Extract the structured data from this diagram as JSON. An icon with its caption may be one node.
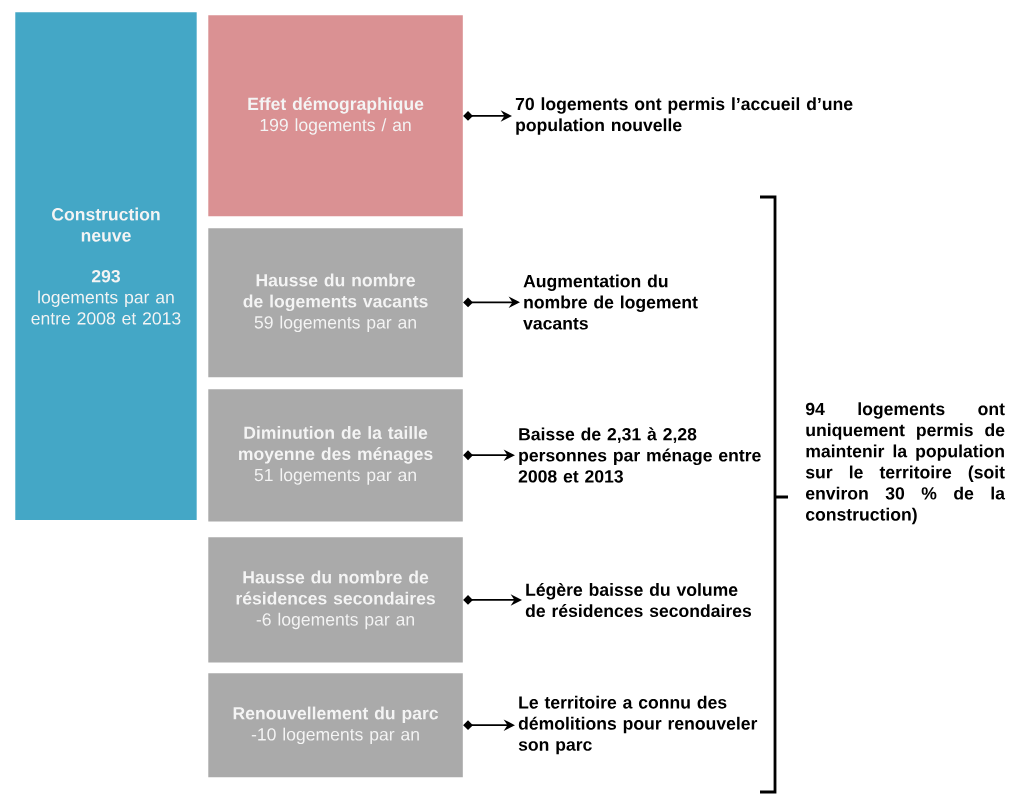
{
  "diagram": {
    "nodes": [
      {
        "text": [
          "Construction neuve",
          "293",
          "logements par an entre 2008 et 2013"
        ]
      },
      {
        "text": [
          "Effet démographique",
          "199 logements / an"
        ]
      },
      {
        "text": [
          "Hausse du nombre de logements vacants",
          "59 logements par an"
        ]
      },
      {
        "text": [
          "Diminution de la taille moyenne des ménages",
          "51 logements par an"
        ]
      },
      {
        "text": [
          "Hausse du nombre de résidences secondaires",
          "-6 logements par an"
        ]
      },
      {
        "text": [
          "Renouvellement du parc",
          "-10 logements par an"
        ]
      },
      {
        "text": [
          "70 logements ont permis l’accueil d’une population nouvelle"
        ]
      },
      {
        "text": [
          "Augmentation du nombre de logement vacants"
        ]
      },
      {
        "text": [
          "Baisse de 2,31 à 2,28 personnes par ménage entre 2008 et 2013"
        ]
      },
      {
        "text": [
          "Légère baisse du volume de résidences secondaires"
        ]
      },
      {
        "text": [
          "Le territoire a connu des démolitions pour renouveler son parc"
        ]
      }
    ],
    "edges": [
      {
        "from": 1,
        "to": 6,
        "arrow": "to"
      },
      {
        "from": 2,
        "to": 7,
        "arrow": "to"
      },
      {
        "from": 3,
        "to": 8,
        "arrow": "to"
      },
      {
        "from": 4,
        "to": 9,
        "arrow": "to"
      },
      {
        "from": 5,
        "to": 10,
        "arrow": "to"
      }
    ],
    "labels": [
      "94 logements ont uniquement permis de maintenir la population sur le territoire (soit environ 30 % de la construction)"
    ]
  }
}
